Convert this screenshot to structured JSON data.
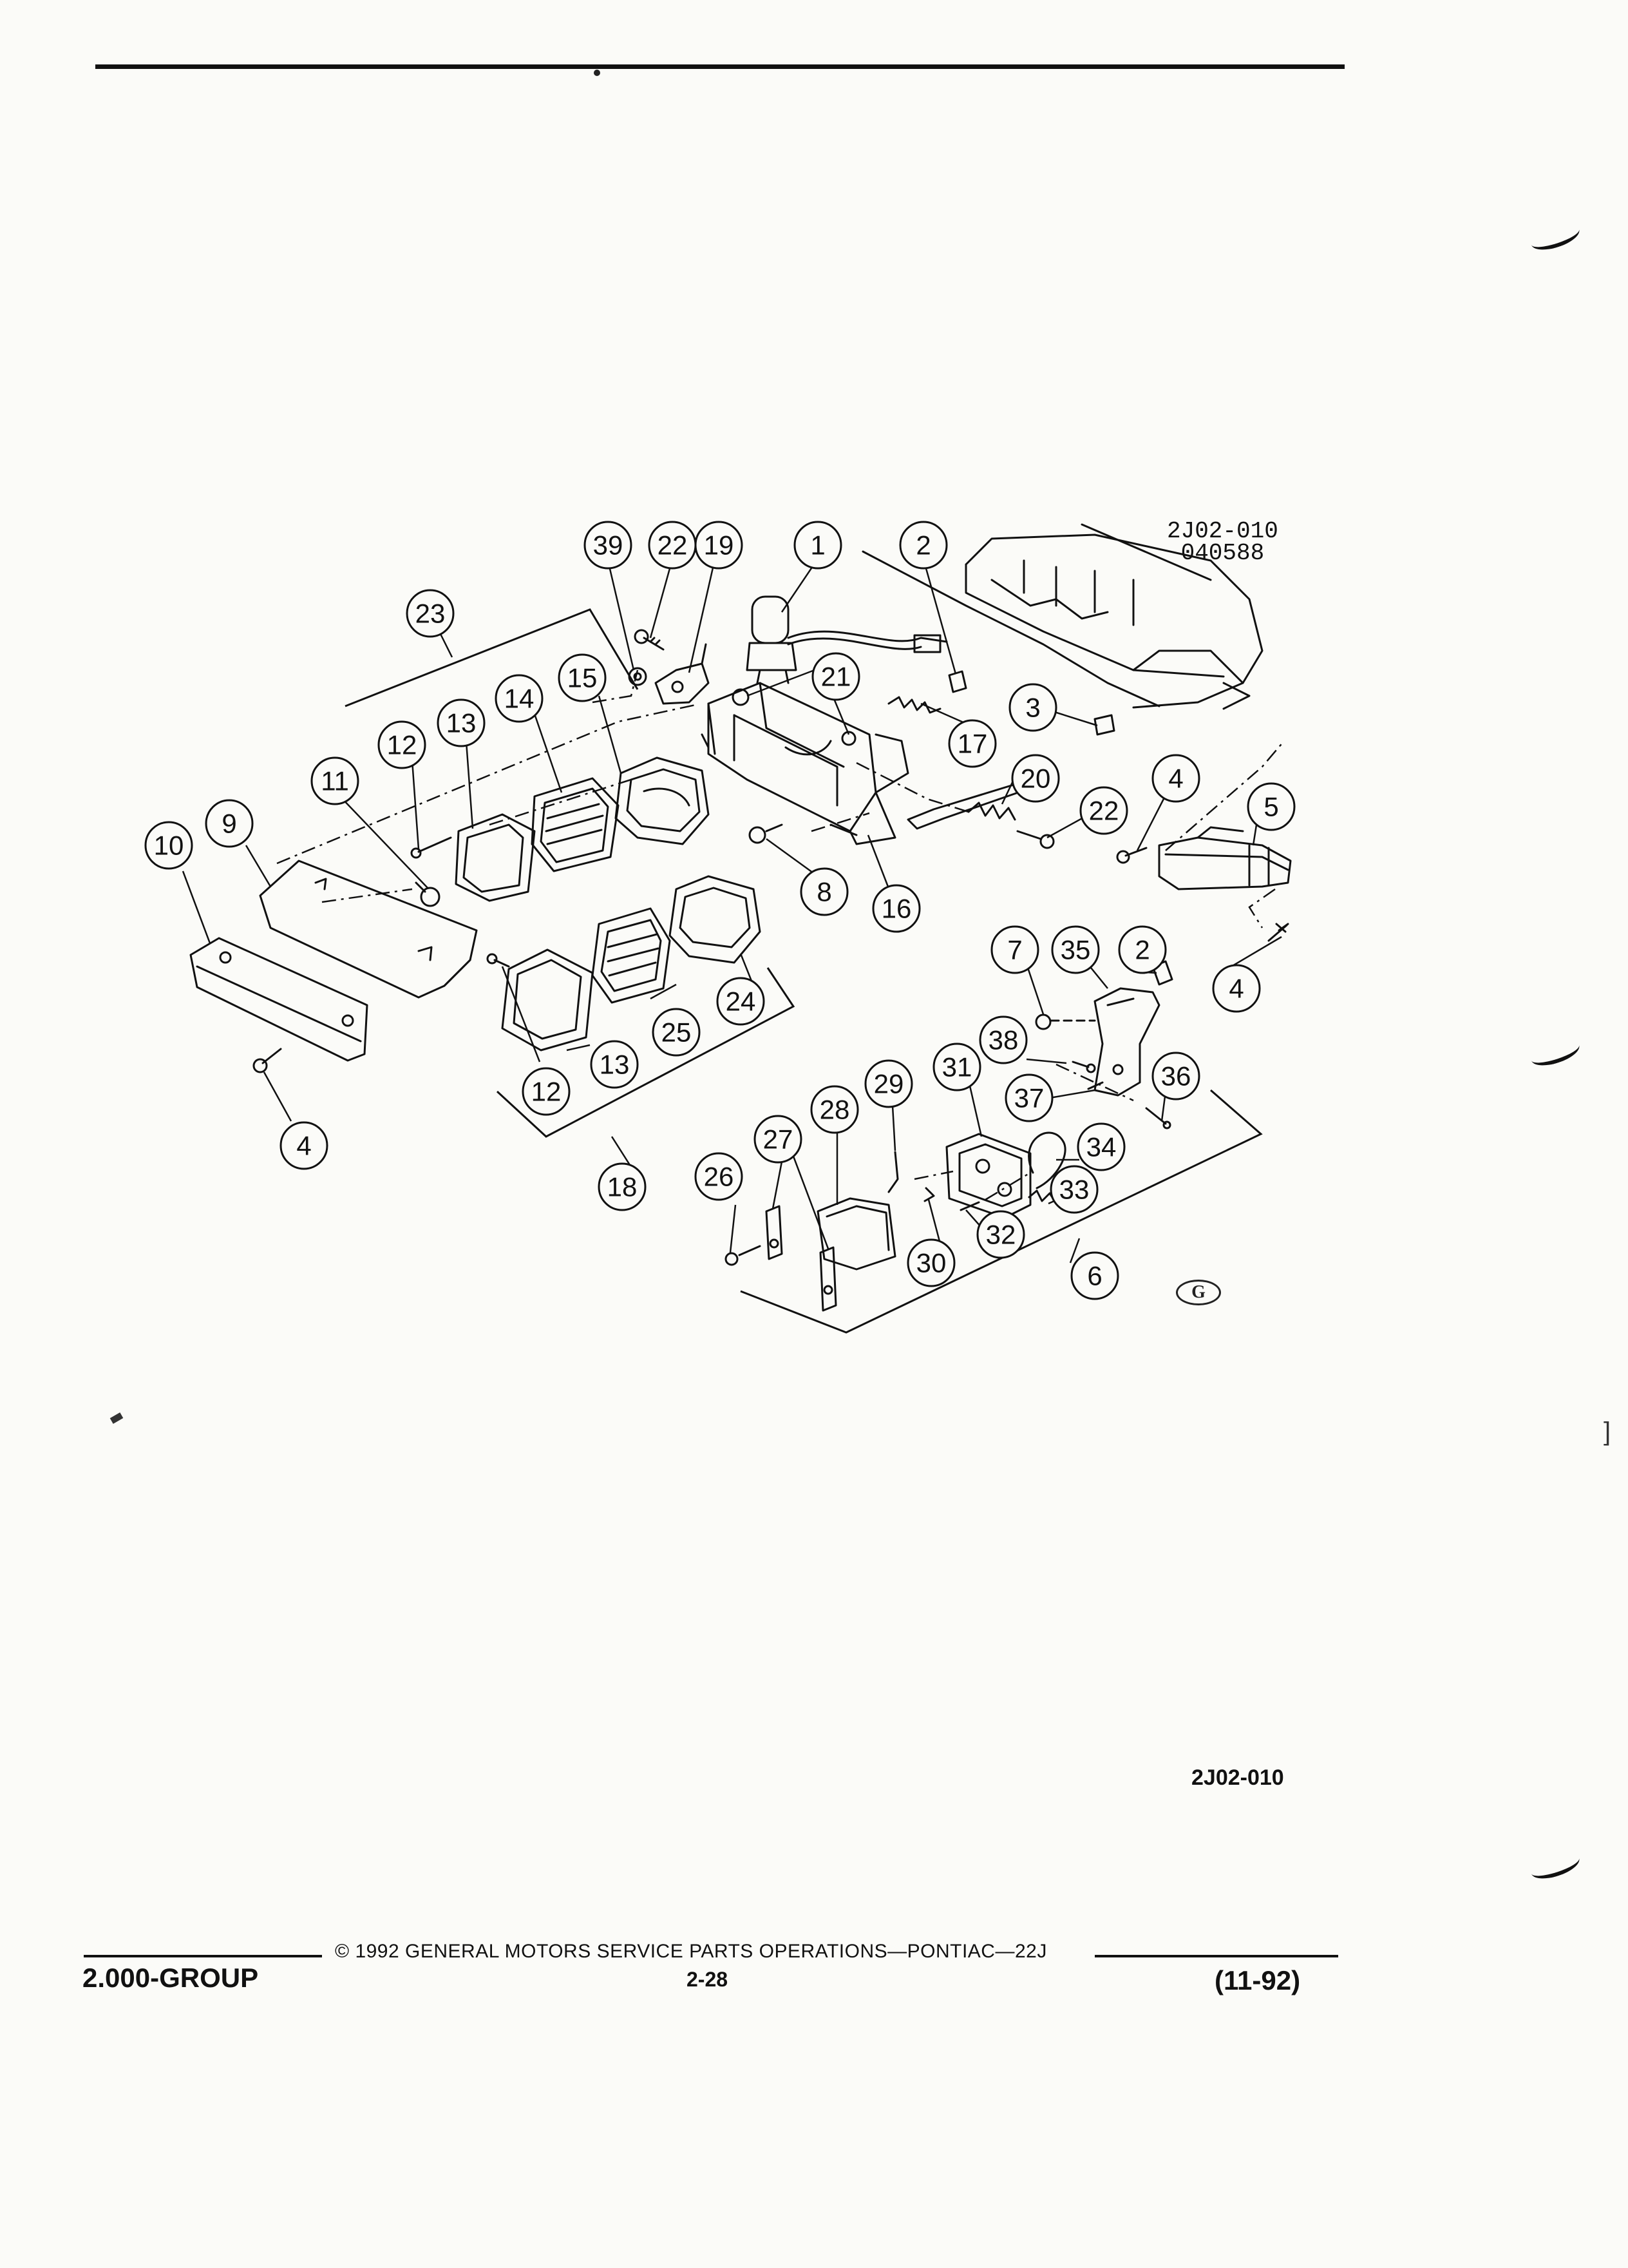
{
  "figure": {
    "code_top": [
      "2J02-010",
      "040588"
    ],
    "code_bottom": "2J02-010",
    "logo_letter": "G"
  },
  "callouts": [
    "39",
    "22",
    "19",
    "1",
    "2",
    "23",
    "21",
    "15",
    "14",
    "13",
    "12",
    "11",
    "17",
    "3",
    "20",
    "4",
    "5",
    "22",
    "8",
    "16",
    "9",
    "10",
    "24",
    "25",
    "13",
    "12",
    "7",
    "35",
    "2",
    "4",
    "38",
    "37",
    "36",
    "31",
    "29",
    "28",
    "27",
    "34",
    "33",
    "26",
    "32",
    "30",
    "6",
    "18",
    "4"
  ],
  "footer": {
    "group": "2.000-GROUP",
    "copyright": "© 1992 GENERAL MOTORS SERVICE PARTS OPERATIONS—PONTIAC—22J",
    "page": "2-28",
    "date": "(11-92)"
  },
  "margin": {
    "bracket": "]"
  }
}
